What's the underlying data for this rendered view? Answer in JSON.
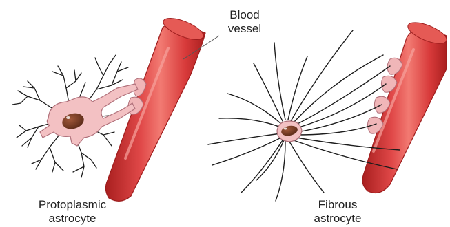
{
  "labels": {
    "blood_vessel": [
      "Blood",
      "vessel"
    ],
    "protoplasmic": [
      "Protoplasmic",
      "astrocyte"
    ],
    "fibrous": [
      "Fibrous",
      "astrocyte"
    ]
  },
  "colors": {
    "vessel_fill": "#d83a3a",
    "vessel_dark": "#a91f1f",
    "vessel_highlight": "#f27a72",
    "cell_body": "#f3c1c3",
    "cell_outline": "#b0707a",
    "nucleus": "#6b3420",
    "process_line": "#1c1c1c",
    "end_foot": "#f0b6b8"
  }
}
